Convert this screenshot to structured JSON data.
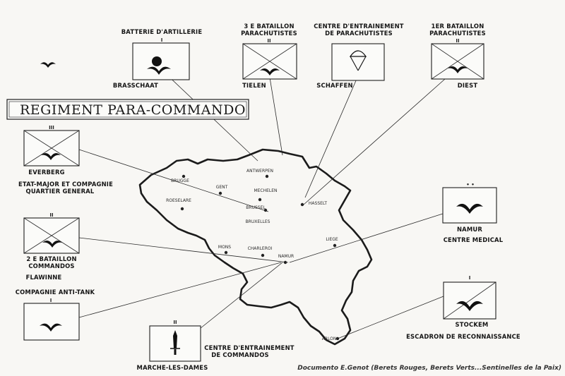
{
  "title": "REGIMENT PARA-COMMANDO",
  "credit": "Documento E.Genot (Berets Rouges, Berets Verts...Sentinelles de la Paix)",
  "units": [
    {
      "id": "artillerie",
      "echelon": "I",
      "label_lines": [
        "BATTERIE D'ARTILLERIE"
      ],
      "location": "BRASSCHAAT",
      "symbol": "artillery"
    },
    {
      "id": "bat3",
      "echelon": "II",
      "label_lines": [
        "3 E BATAILLON",
        "PARACHUTISTES"
      ],
      "location": "TIELEN",
      "symbol": "cross-wing"
    },
    {
      "id": "centre-para",
      "echelon": "",
      "label_lines": [
        "CENTRE D'ENTRAINEMENT",
        "DE PARACHUTISTES"
      ],
      "location": "SCHAFFEN",
      "symbol": "parachute"
    },
    {
      "id": "bat1",
      "echelon": "II",
      "label_lines": [
        "1ER BATAILLON",
        "PARACHUTISTES"
      ],
      "location": "DIEST",
      "symbol": "cross-wing"
    },
    {
      "id": "etat-major",
      "echelon": "III",
      "label_lines": [
        "ETAT-MAJOR ET COMPAGNIE",
        "QUARTIER GENERAL"
      ],
      "location": "EVERBERG",
      "symbol": "cross-wing"
    },
    {
      "id": "bat2",
      "echelon": "II",
      "label_lines": [
        "2 E BATAILLON",
        "COMMANDOS"
      ],
      "location": "FLAWINNE",
      "symbol": "cross-wing"
    },
    {
      "id": "anti-tank",
      "echelon": "I",
      "label_lines": [
        "COMPAGNIE ANTI-TANK"
      ],
      "location": "",
      "symbol": "wing"
    },
    {
      "id": "centre-commando",
      "echelon": "II",
      "label_lines": [
        "CENTRE D'ENTRAINEMENT",
        "DE COMMANDOS"
      ],
      "location": "MARCHE-LES-DAMES",
      "symbol": "dagger"
    },
    {
      "id": "medical",
      "echelon": "• •",
      "label_lines": [
        "CENTRE MEDICAL"
      ],
      "location": "NAMUR",
      "symbol": "wing"
    },
    {
      "id": "reco",
      "echelon": "I",
      "label_lines": [
        "ESCADRON DE RECONNAISSANCE"
      ],
      "location": "STOCKEM",
      "symbol": "slash-wing"
    }
  ],
  "cities": [
    {
      "name": "ANTWERPEN"
    },
    {
      "name": "BRUGGE"
    },
    {
      "name": "GENT"
    },
    {
      "name": "MECHELEN"
    },
    {
      "name": "ROESELARE"
    },
    {
      "name": "BRUSSEL"
    },
    {
      "name": "BRUXELLES"
    },
    {
      "name": "HASSELT"
    },
    {
      "name": "MONS"
    },
    {
      "name": "CHARLEROI"
    },
    {
      "name": "NAMUR"
    },
    {
      "name": "LIEGE"
    },
    {
      "name": "ARLON"
    }
  ],
  "colors": {
    "ink": "#1e1e1e",
    "paper": "#f8f7f4",
    "artillery_dot": "#111111"
  }
}
